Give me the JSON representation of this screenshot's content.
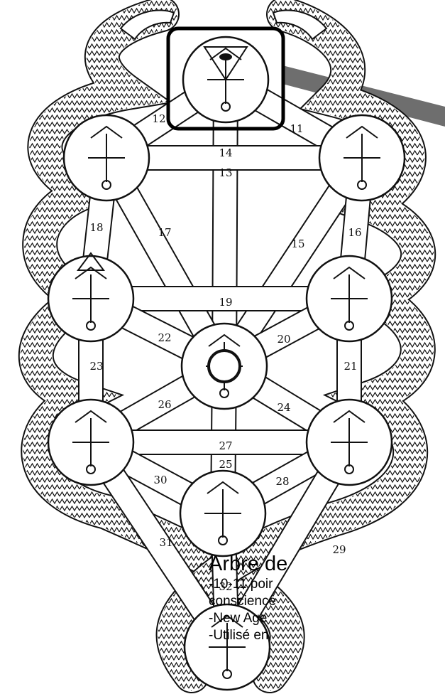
{
  "diagram": {
    "path_numbers": [
      "11",
      "12",
      "13",
      "14",
      "15",
      "16",
      "17",
      "18",
      "19",
      "20",
      "21",
      "22",
      "23",
      "24",
      "25",
      "26",
      "27",
      "28",
      "29",
      "30",
      "31",
      "32"
    ],
    "highlight_color": "#000000",
    "band_color": "#6e6e6e",
    "line_color": "#111111"
  },
  "caption": {
    "title": "Arbre de",
    "lines": [
      "-10-11 poir",
      "conscience",
      "-New Age",
      "-Utilisé en"
    ]
  }
}
